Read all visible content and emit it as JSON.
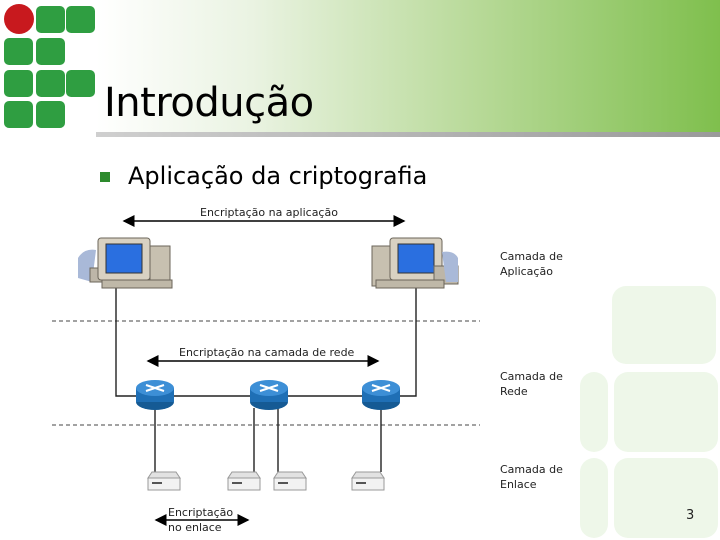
{
  "slide": {
    "title": "Introdução",
    "bullet": "Aplicação da criptografia",
    "page_number": "3"
  },
  "diagram": {
    "app_encryption_label": "Encriptação na aplicação",
    "network_encryption_label": "Encriptação na camada de rede",
    "link_encryption_label_line1": "Encriptação",
    "link_encryption_label_line2": "no enlace",
    "layers": {
      "application_line1": "Camada de",
      "application_line2": "Aplicação",
      "network_line1": "Camada de",
      "network_line2": "Rede",
      "link_line1": "Camada de",
      "link_line2": "Enlace"
    }
  },
  "colors": {
    "logo_green": "#2f9e41",
    "logo_red": "#c8191e",
    "router_blue": "#1f6fb5",
    "bullet_green": "#2d8a2d"
  },
  "icons": [
    "computer-icon",
    "router-icon",
    "switch-icon",
    "arrow-icon"
  ]
}
